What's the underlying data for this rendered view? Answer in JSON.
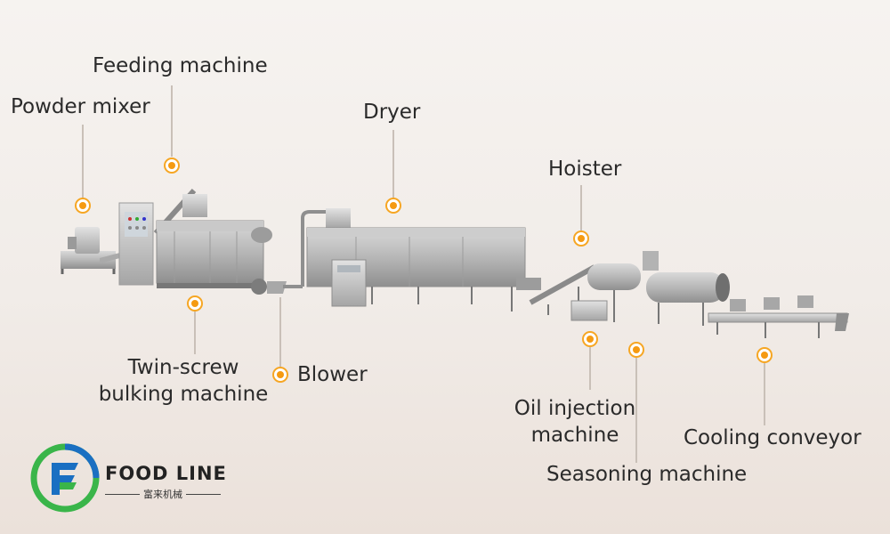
{
  "labels": {
    "powder_mixer": "Powder mixer",
    "feeding_machine": "Feeding machine",
    "dryer": "Dryer",
    "hoister": "Hoister",
    "twin_screw_line1": "Twin-screw",
    "twin_screw_line2": "bulking machine",
    "blower": "Blower",
    "oil_injection_line1": "Oil injection",
    "oil_injection_line2": "machine",
    "seasoning_machine": "Seasoning machine",
    "cooling_conveyor": "Cooling conveyor"
  },
  "logo": {
    "name": "FOOD LINE",
    "chinese_name": "富来机械"
  },
  "colors": {
    "marker": "#f59a12",
    "logo_green": "#3ab54a",
    "logo_blue": "#1a6fc2"
  }
}
